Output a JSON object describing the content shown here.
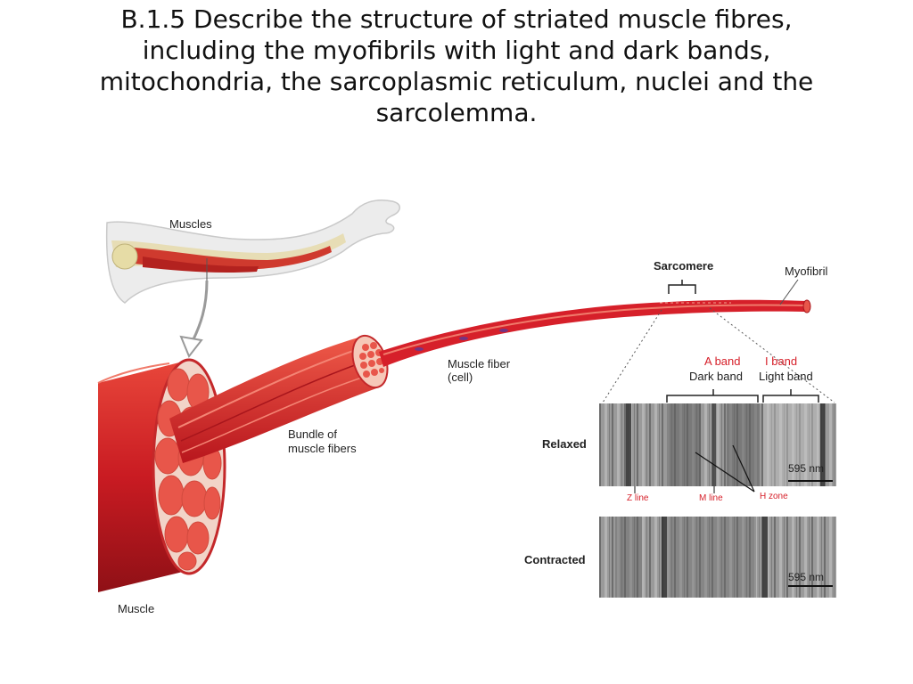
{
  "slide": {
    "title_lines": [
      "B.1.5 Describe the structure of striated muscle fibres,",
      "including the myofibrils with light and dark bands,",
      "mitochondria, the sarcoplasmic reticulum, nuclei and the",
      "sarcolemma."
    ]
  },
  "figure": {
    "labels": {
      "muscles": "Muscles",
      "sarcomere": "Sarcomere",
      "myofibril": "Myofibril",
      "muscle_fiber_line1": "Muscle fiber",
      "muscle_fiber_line2": "(cell)",
      "bundle_line1": "Bundle of",
      "bundle_line2": "muscle fibers",
      "muscle": "Muscle",
      "a_band": "A band",
      "i_band": "I band",
      "dark_band": "Dark band",
      "light_band": "Light band",
      "relaxed": "Relaxed",
      "contracted": "Contracted",
      "scale_relaxed": "595 nm",
      "scale_contracted": "595 nm",
      "z_line": "Z line",
      "m_line": "M line",
      "h_zone": "H zone"
    },
    "colors": {
      "muscle_red": "#d6202a",
      "muscle_dark": "#a8151c",
      "label_red": "#d6202a",
      "micrograph_gray": "#8a8a8a"
    }
  }
}
